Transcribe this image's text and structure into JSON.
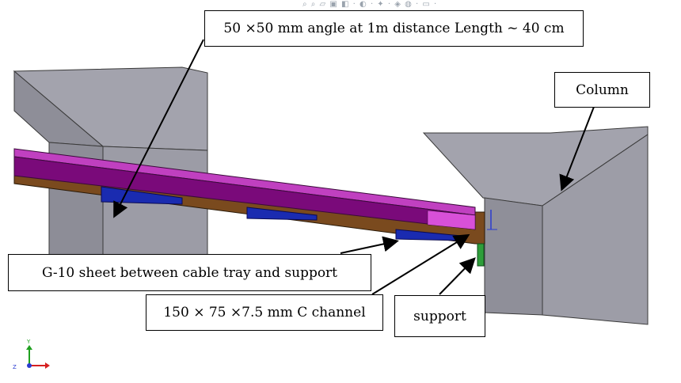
{
  "toolbar_glyphs": "⌕ ⌕ ▱ ▣ ◧ · ◐ · ✦ · ◈ ◍ · ▭ ·",
  "callouts": {
    "angle": "50 ×50  mm angle at 1m distance Length ~ 40 cm",
    "column": "Column",
    "g10": "G-10 sheet between cable tray and support",
    "channel": "150 × 75 ×7.5 mm C channel",
    "support": "support"
  },
  "triad_labels": {
    "y": "Y",
    "z": "Z"
  },
  "colors": {
    "column": "#9a9aa6",
    "tray": "#7a0a7a",
    "c_channel": "#7a4a1e",
    "angle": "#1a2bb0",
    "support": "#2e9e3a",
    "triad_x": "#d62020",
    "triad_y": "#1fa01f",
    "triad_z": "#2a3bd0"
  }
}
